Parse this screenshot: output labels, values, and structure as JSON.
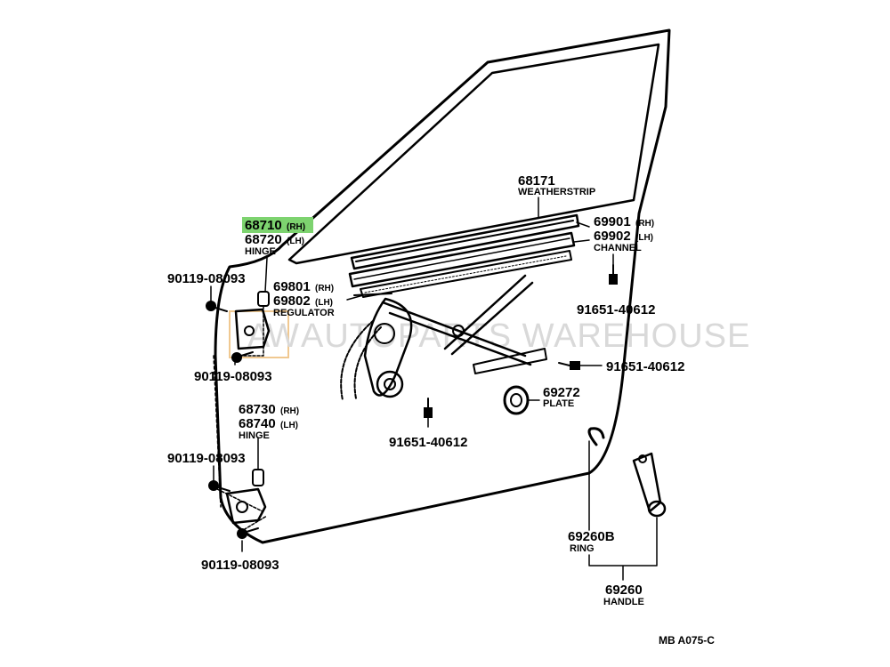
{
  "diagram": {
    "code": "MB A075-C",
    "watermark": "AUTOPARTS WAREHOUSE",
    "highlight_color": "#7dd36f",
    "callouts": {
      "weatherstrip": {
        "number": "68171",
        "name": "WEATHERSTRIP"
      },
      "upper_hinge": {
        "rh": "68710",
        "rh_suffix": "(RH)",
        "lh": "68720",
        "lh_suffix": "(LH)",
        "name": "HINGE"
      },
      "channel": {
        "rh": "69901",
        "rh_suffix": "(RH)",
        "lh": "69902",
        "lh_suffix": "(LH)",
        "name": "CHANNEL"
      },
      "regulator": {
        "rh": "69801",
        "rh_suffix": "(RH)",
        "lh": "69802",
        "lh_suffix": "(LH)",
        "name": "REGULATOR"
      },
      "lower_hinge": {
        "rh": "68730",
        "rh_suffix": "(RH)",
        "lh": "68740",
        "lh_suffix": "(LH)",
        "name": "HINGE"
      },
      "plate": {
        "number": "69272",
        "name": "PLATE"
      },
      "ring": {
        "number": "69260B",
        "name": "RING"
      },
      "handle": {
        "number": "69260",
        "name": "HANDLE"
      },
      "bolt_upper_hinge_top": "90119-08093",
      "bolt_upper_hinge_bottom": "90119-08093",
      "bolt_lower_hinge_top": "90119-08093",
      "bolt_lower_hinge_bottom": "90119-08093",
      "bolt_channel": "91651-40612",
      "bolt_regulator_right": "91651-40612",
      "bolt_regulator_bottom": "91651-40612"
    }
  }
}
